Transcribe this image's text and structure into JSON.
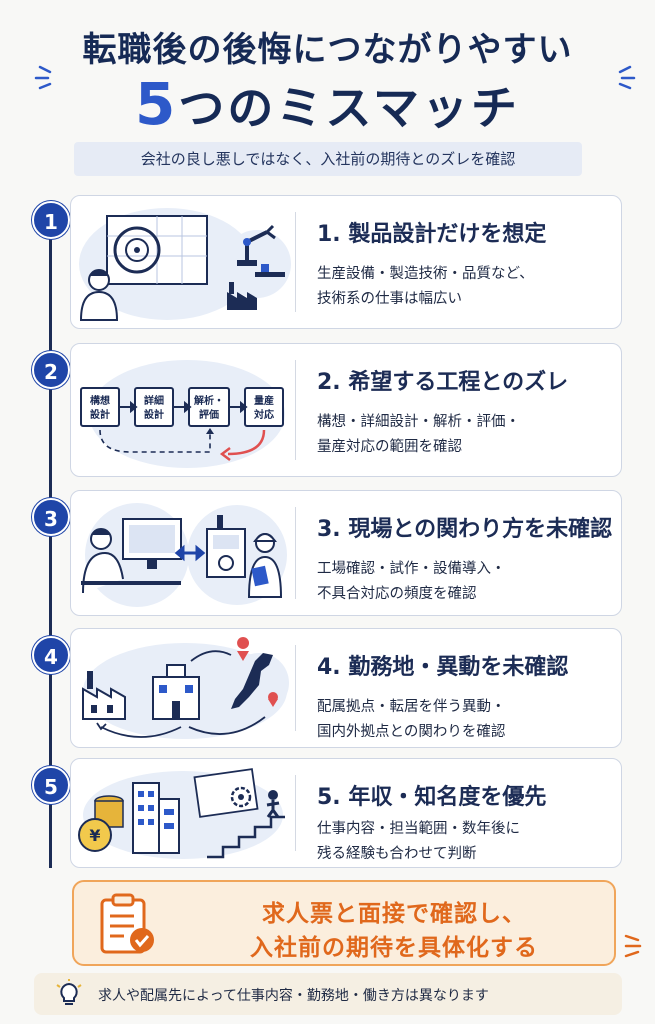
{
  "header": {
    "title_line1": "転職後の後悔につながりやすい",
    "title_number": "5",
    "title_line2_rest": "つのミスマッチ",
    "subtitle": "会社の良し悪しではなく、入社前の期待とのズレを確認"
  },
  "items": [
    {
      "number": "1",
      "heading": "1. 製品設計だけを想定",
      "desc_line1": "生産設備・製造技術・品質など、",
      "desc_line2": "技術系の仕事は幅広い"
    },
    {
      "number": "2",
      "heading": "2. 希望する工程とのズレ",
      "desc_line1": "構想・詳細設計・解析・評価・",
      "desc_line2": "量産対応の範囲を確認"
    },
    {
      "number": "3",
      "heading": "3. 現場との関わり方を未確認",
      "desc_line1": "工場確認・試作・設備導入・",
      "desc_line2": "不具合対応の頻度を確認"
    },
    {
      "number": "4",
      "heading": "4. 勤務地・異動を未確認",
      "desc_line1": "配属拠点・転居を伴う異動・",
      "desc_line2": "国内外拠点との関わりを確認"
    },
    {
      "number": "5",
      "heading": "5. 年収・知名度を優先",
      "desc_line1": "仕事内容・担当範囲・数年後に",
      "desc_line2": "残る経験も合わせて判断"
    }
  ],
  "process_steps": [
    {
      "line1": "構想",
      "line2": "設計"
    },
    {
      "line1": "詳細",
      "line2": "設計"
    },
    {
      "line1": "解析・",
      "line2": "評価"
    },
    {
      "line1": "量産",
      "line2": "対応"
    }
  ],
  "cta": {
    "line1": "求人票と面接で確認し、",
    "line2": "入社前の期待を具体化する"
  },
  "note": {
    "text": "求人や配属先によって仕事内容・勤務地・働き方は異なります"
  },
  "colors": {
    "navy": "#1c2c55",
    "accent_blue": "#2d59c9",
    "badge_blue": "#1f45a8",
    "orange": "#e0681c",
    "orange_border": "#f0a55a",
    "red_arrow": "#e05050"
  },
  "icons": [
    "lightbulb-icon",
    "checklist-clipboard-icon",
    "tire-icon",
    "robot-arm-icon",
    "factory-icon",
    "yen-coin-icon",
    "office-building-icon",
    "stairs-person-icon",
    "gear-icon",
    "map-pin-icon",
    "japan-map-icon",
    "monitor-engineer-icon",
    "worker-tablet-icon",
    "double-arrow-icon"
  ]
}
